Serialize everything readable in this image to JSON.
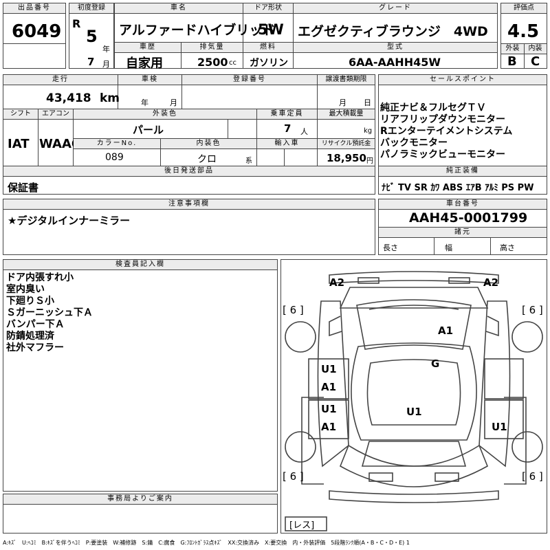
{
  "headers": {
    "lot_no": "出品番号",
    "first_reg": "初度登録",
    "model_name": "車名",
    "door": "ドア形状",
    "grade": "グレード",
    "score": "評価点",
    "history": "車歴",
    "displacement": "排気量",
    "fuel": "燃料",
    "model_code": "型式",
    "ext": "外装",
    "int": "内装",
    "mileage": "走行",
    "inspection": "車検",
    "reg_no": "登録番号",
    "transfer_doc": "譲渡書類期限",
    "sales_points": "セールスポイント",
    "shift": "シフト",
    "aircon": "エアコン",
    "ext_color": "外装色",
    "capacity": "乗車定員",
    "max_load": "最大積載量",
    "color_no": "カラーNo.",
    "int_color": "内装色",
    "import": "輸入車",
    "recycle": "リサイクル預託金",
    "later_parts": "後日発送部品",
    "genuine_equip": "純正装備",
    "notes": "注意事項欄",
    "chassis": "車台番号",
    "dimensions": "諸元",
    "inspector": "検査員記入欄",
    "office": "事務局よりご案内"
  },
  "lot_no": "6049",
  "first_reg": {
    "era": "R",
    "year": "5",
    "year_unit": "年",
    "month": "7",
    "month_unit": "月"
  },
  "model_name": "アルファードハイブリッド",
  "door": "5W",
  "grade": "エグゼクティブラウンジ　4WD",
  "score": "4.5",
  "ext_score": "B",
  "int_score": "C",
  "history": "自家用",
  "displacement": "2500",
  "displacement_unit": "cc",
  "fuel": "ガソリン",
  "model_code": "6AA-AAHH45W",
  "mileage": "43,418",
  "mileage_unit": "km",
  "inspection_year_unit": "年",
  "inspection_month_unit": "月",
  "transfer_month_unit": "月",
  "transfer_day_unit": "日",
  "sales_points": [
    "純正ナビ＆フルセグＴＶ",
    "リアフリップダウンモニター",
    "Rエンターテイメントシステム",
    "バックモニター",
    "パノラミックビューモニター"
  ],
  "shift": "IAT",
  "aircon": "WAAC",
  "ext_color": "パール",
  "capacity": "7",
  "capacity_unit": "人",
  "max_load_unit": "kg",
  "color_no": "089",
  "int_color": "クロ",
  "int_color_unit": "系",
  "recycle": "18,950",
  "recycle_unit": "円",
  "later_parts": "保証書",
  "genuine_equip": "ﾅﾋﾞ TV SR ｶﾜ ABS ｴｱB ｱﾙﾐ PS PW",
  "notes": "★デジタルインナーミラー",
  "chassis": "AAH45-0001799",
  "dim_labels": {
    "length": "長さ",
    "width": "幅",
    "height": "高さ"
  },
  "inspector_notes": [
    "ドア内張すれ小",
    "室内臭い",
    "下廻りＳ小",
    "Ｓガーニッシュ下Ａ",
    "バンパー下Ａ",
    "防錆処理済",
    "社外マフラー"
  ],
  "diagram": {
    "marks": [
      "A2",
      "A2",
      "A1",
      "G",
      "U1",
      "A1",
      "U1",
      "A1",
      "U1",
      "U1"
    ],
    "tires": [
      "[ 6 ]",
      "[ 6 ]",
      "[ 6 ]",
      "[ 6 ]"
    ],
    "spare": "[レス]"
  },
  "legend": "A:ｷｽﾞ　U:ﾍｺﾐ　B:ｷｽﾞを伴うﾍｺﾐ　P:要塗装　W:補修跡　S:錆　C:腐食　G:ﾌﾛﾝﾄｶﾞﾗｽ点ｷｽﾞ　XX:交換済み　X:要交換　内・外装評価　5段階ﾗﾝｸ順(A・B・C・D・E) 1"
}
